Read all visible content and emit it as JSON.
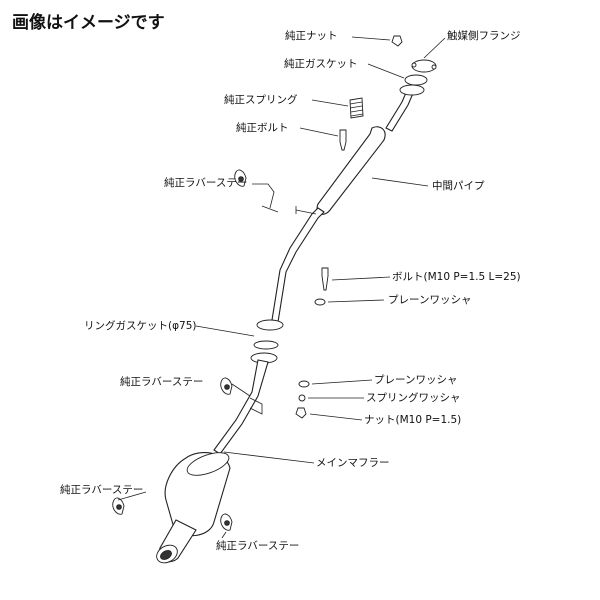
{
  "heading": "画像はイメージです",
  "labels": {
    "nut_genuine": "純正ナット",
    "cat_flange": "触媒側フランジ",
    "gasket_genuine": "純正ガスケット",
    "spring_genuine": "純正スプリング",
    "bolt_genuine": "純正ボルト",
    "rubber_stay_1": "純正ラバーステー",
    "mid_pipe": "中間パイプ",
    "bolt_m10": "ボルト(M10 P=1.5 L=25)",
    "plain_washer_1": "プレーンワッシャ",
    "ring_gasket": "リングガスケット(φ75)",
    "rubber_stay_2": "純正ラバーステー",
    "plain_washer_2": "プレーンワッシャ",
    "spring_washer": "スプリングワッシャ",
    "nut_m10": "ナット(M10 P=1.5)",
    "main_muffler": "メインマフラー",
    "rubber_stay_3": "純正ラバーステー",
    "rubber_stay_4": "純正ラバーステー"
  },
  "colors": {
    "ink": "#222222",
    "background": "#ffffff"
  }
}
